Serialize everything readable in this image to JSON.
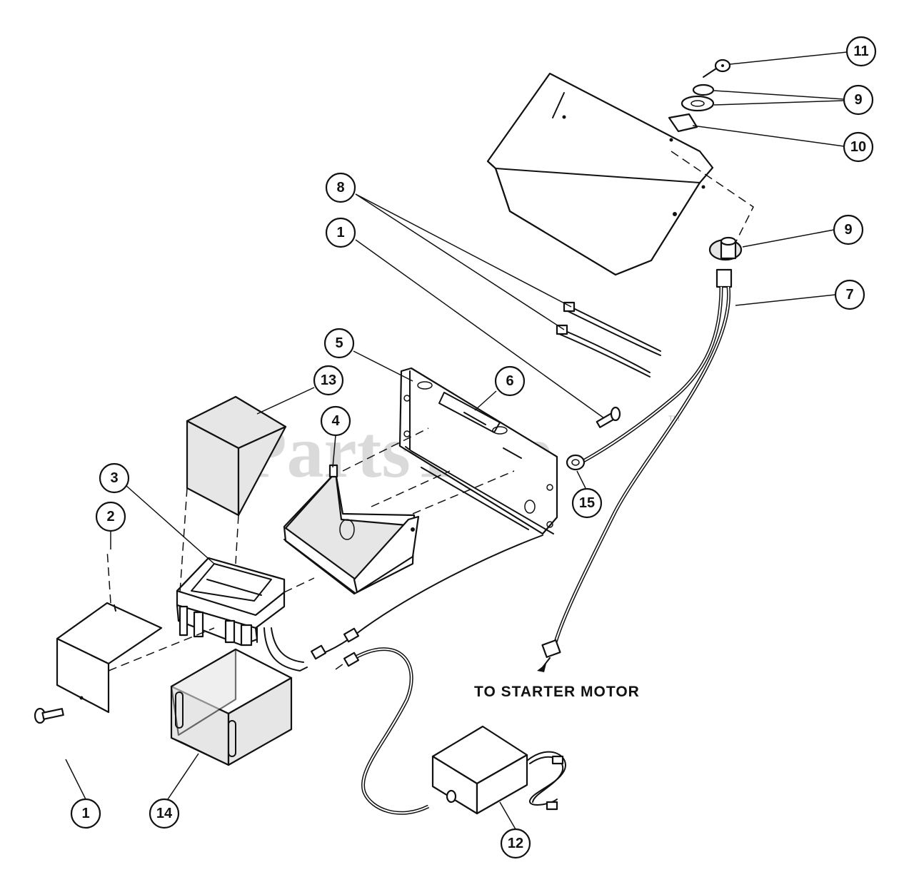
{
  "watermark": {
    "text": "PartsTree",
    "tm": "TM"
  },
  "note": {
    "starter_motor": "TO STARTER MOTOR"
  },
  "callouts": {
    "c11": "11",
    "c9a": "9",
    "c10": "10",
    "c8": "8",
    "c1a": "1",
    "c9b": "9",
    "c7": "7",
    "c5": "5",
    "c13": "13",
    "c6": "6",
    "c4": "4",
    "c3": "3",
    "c2": "2",
    "c15": "15",
    "c1b": "1",
    "c14": "14",
    "c12": "12"
  }
}
